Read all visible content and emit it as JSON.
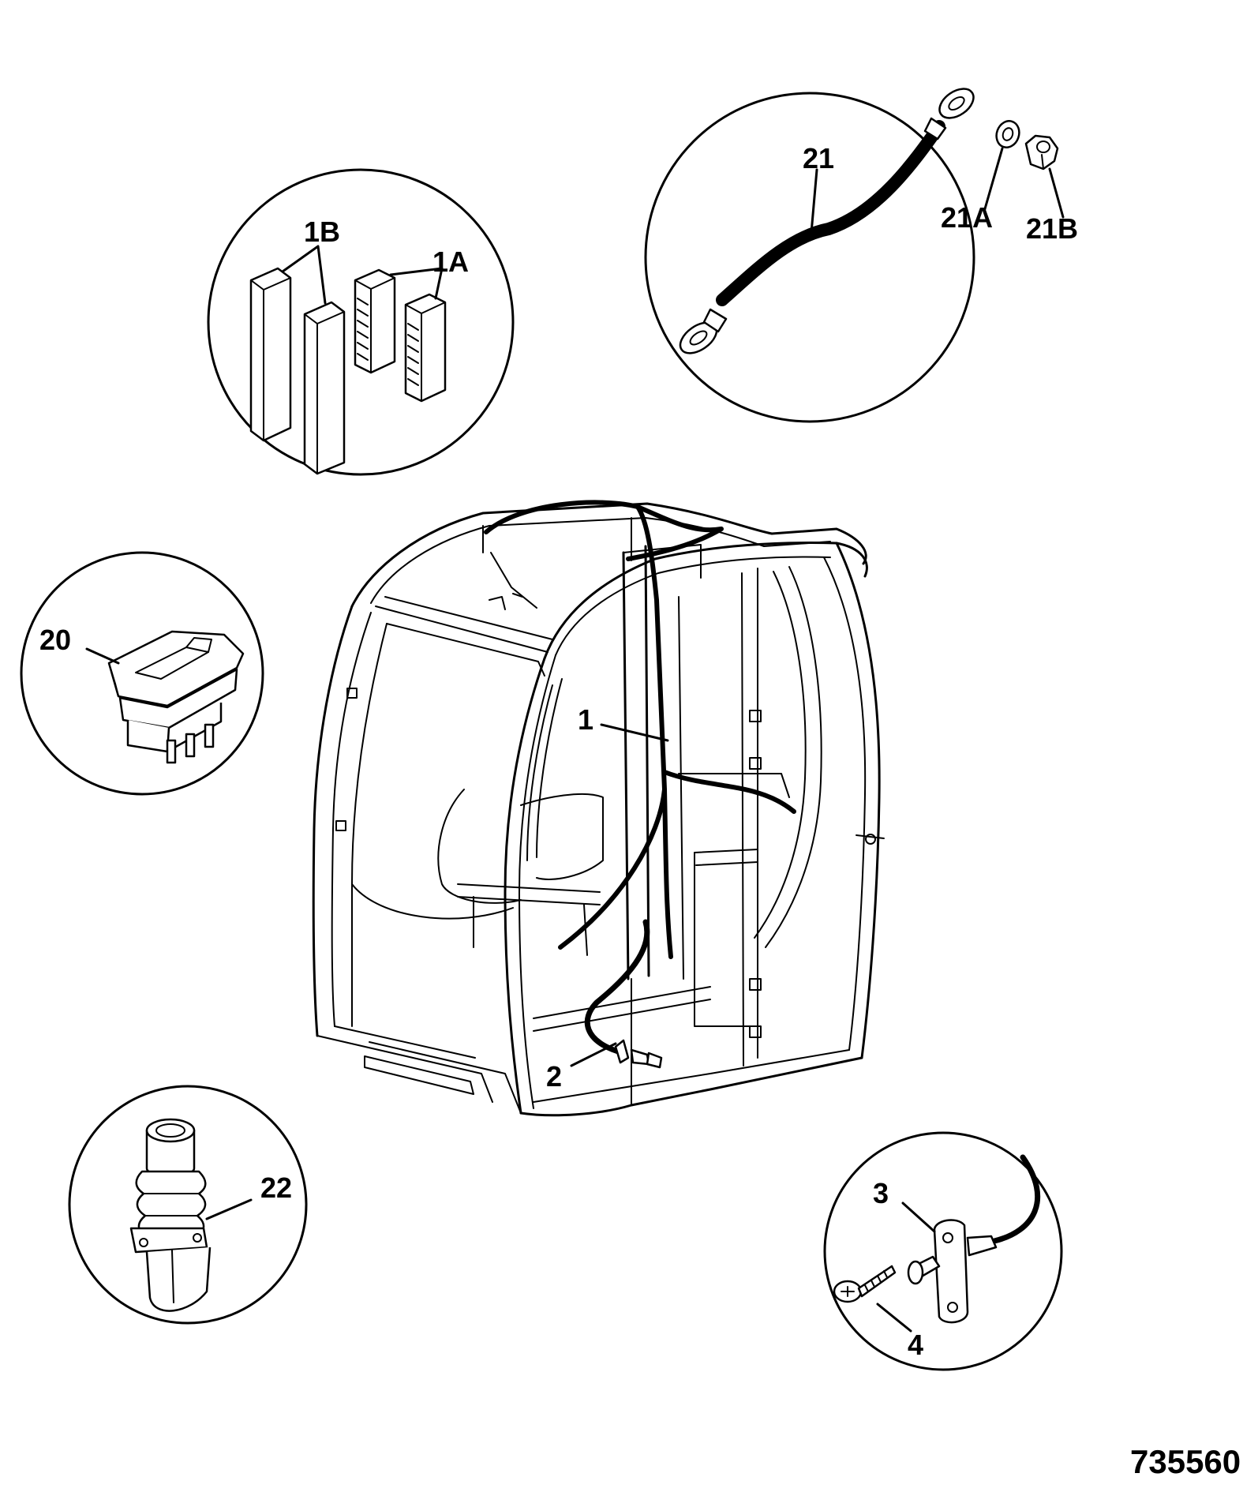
{
  "labels": {
    "l1": "1",
    "l1A": "1A",
    "l1B": "1B",
    "l2": "2",
    "l3": "3",
    "l4": "4",
    "l20": "20",
    "l21": "21",
    "l21A": "21A",
    "l21B": "21B",
    "l22": "22"
  },
  "drawing_number": "735560",
  "icons": {
    "cab": "cab-frame-icon",
    "fuses": "fuse-icon",
    "relays": "relay-icon",
    "strap": "earth-strap-icon",
    "washer": "washer-icon",
    "nut": "nut-icon",
    "switch": "rocker-switch-icon",
    "buzzer": "plunger-switch-icon",
    "doorswitch": "door-switch-icon",
    "screw": "screw-icon"
  }
}
